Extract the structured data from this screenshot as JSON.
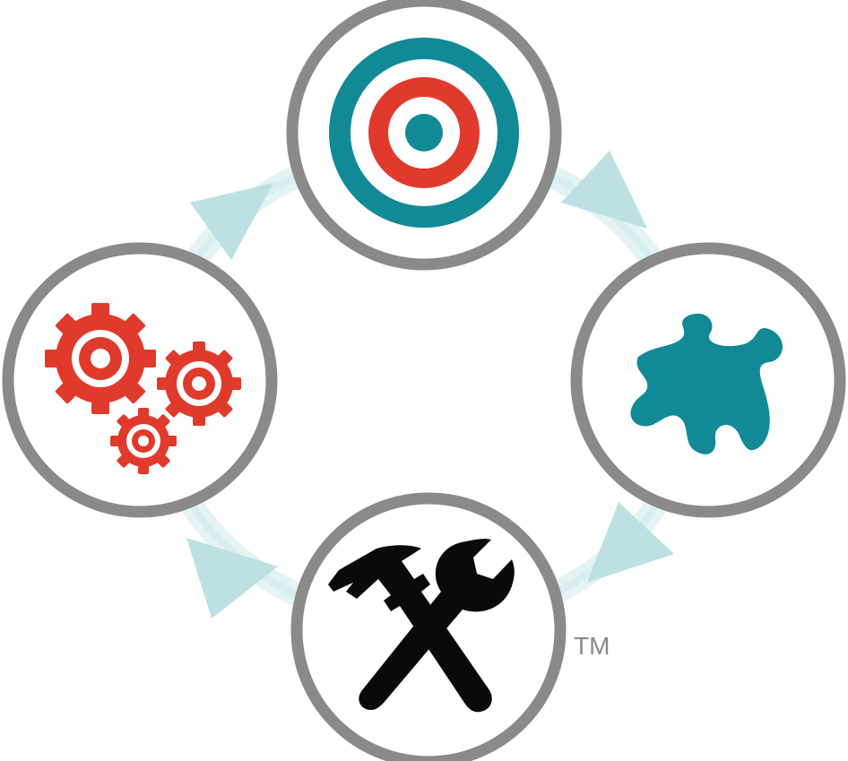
{
  "colors": {
    "ring": "#8a8a8a",
    "arrow": "#bde0e3",
    "arrow_light": "#e4f3f4",
    "teal": "#128a96",
    "red": "#e03a2c",
    "black": "#0a0a0a",
    "tm": "#8a8a8a"
  },
  "nodes": [
    {
      "id": "top",
      "icon": "target-icon"
    },
    {
      "id": "right",
      "icon": "puzzle-piece-icon"
    },
    {
      "id": "bottom",
      "icon": "hammer-wrench-icon"
    },
    {
      "id": "left",
      "icon": "gears-icon"
    }
  ],
  "trademark": "TM"
}
